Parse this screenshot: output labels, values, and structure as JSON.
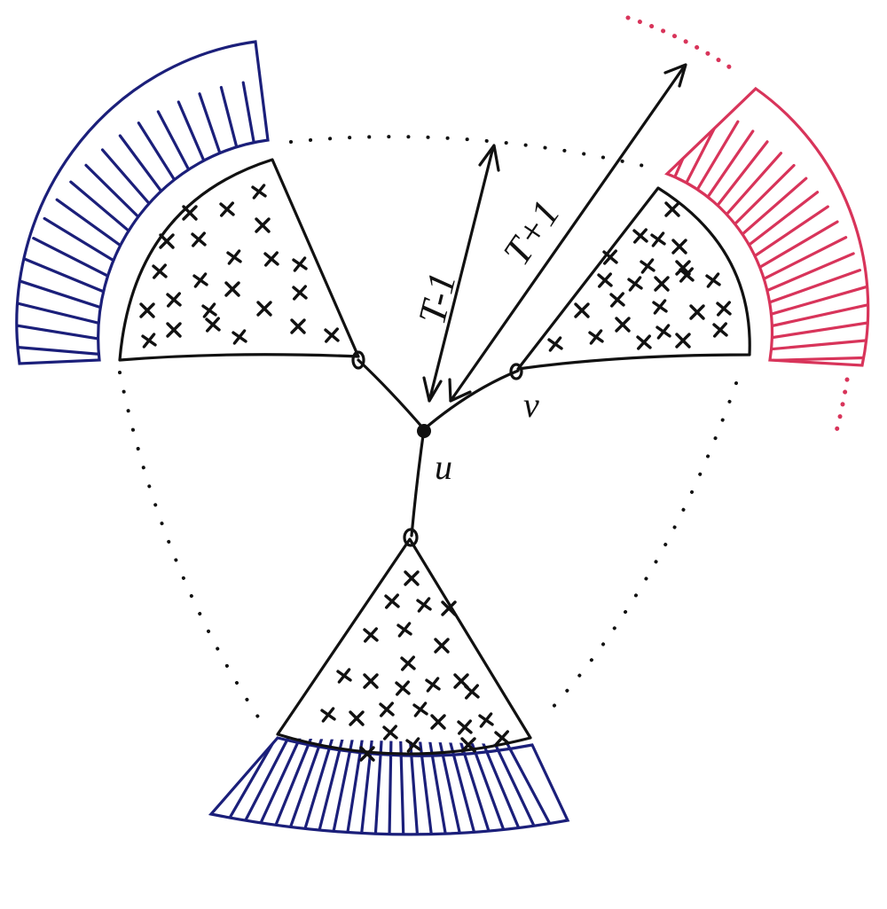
{
  "labels": {
    "vertex_u": "u",
    "vertex_v": "v",
    "arrow_short": "T-1",
    "arrow_long": "T+1"
  },
  "colors": {
    "ink": "#111111",
    "blue_hatch": "#1b1f7a",
    "red_hatch": "#d8345a",
    "hollow_vertex_fill": "#ffffff"
  },
  "icons": {
    "arrowheads": "open-v-arrowhead",
    "vertex_hollow": "hollow-circle",
    "vertex_filled": "filled-circle"
  }
}
